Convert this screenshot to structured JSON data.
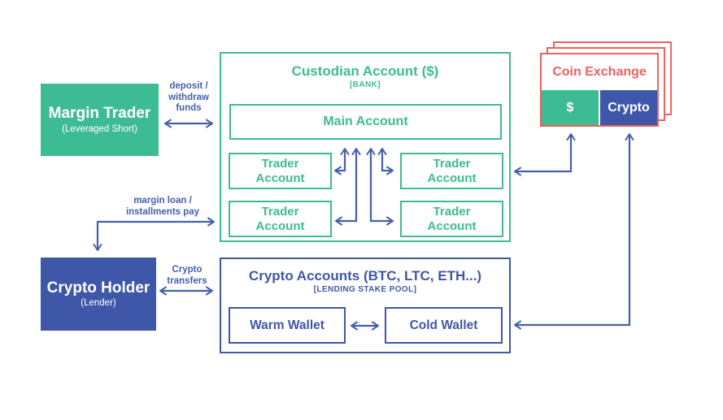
{
  "colors": {
    "green": "#3dbc93",
    "blue": "#3f57a8",
    "red": "#f0605e",
    "arrow": "#4560ab"
  },
  "nodes": {
    "margin_trader": {
      "title": "Margin Trader",
      "subtitle": "(Leveraged Short)"
    },
    "custodian": {
      "title": "Custodian Account ($)",
      "subtitle": "[BANK]",
      "main_account_label": "Main Account",
      "trader_accounts": [
        "Trader Account",
        "Trader Account",
        "Trader Account",
        "Trader Account"
      ]
    },
    "coin_exchange": {
      "title": "Coin Exchange",
      "fiat_label": "$",
      "crypto_label": "Crypto"
    },
    "crypto_holder": {
      "title": "Crypto Holder",
      "subtitle": "(Lender)"
    },
    "crypto_accounts": {
      "title": "Crypto Accounts (BTC, LTC, ETH...)",
      "subtitle": "[LENDING STAKE POOL]",
      "warm_wallet_label": "Warm Wallet",
      "cold_wallet_label": "Cold Wallet"
    }
  },
  "edges": {
    "deposit_withdraw": {
      "lines": [
        "deposit /",
        "withdraw",
        "funds"
      ]
    },
    "margin_loan": {
      "lines": [
        "margin loan /",
        "installments pay"
      ]
    },
    "crypto_transfers": {
      "lines": [
        "Crypto",
        "transfers"
      ]
    }
  }
}
